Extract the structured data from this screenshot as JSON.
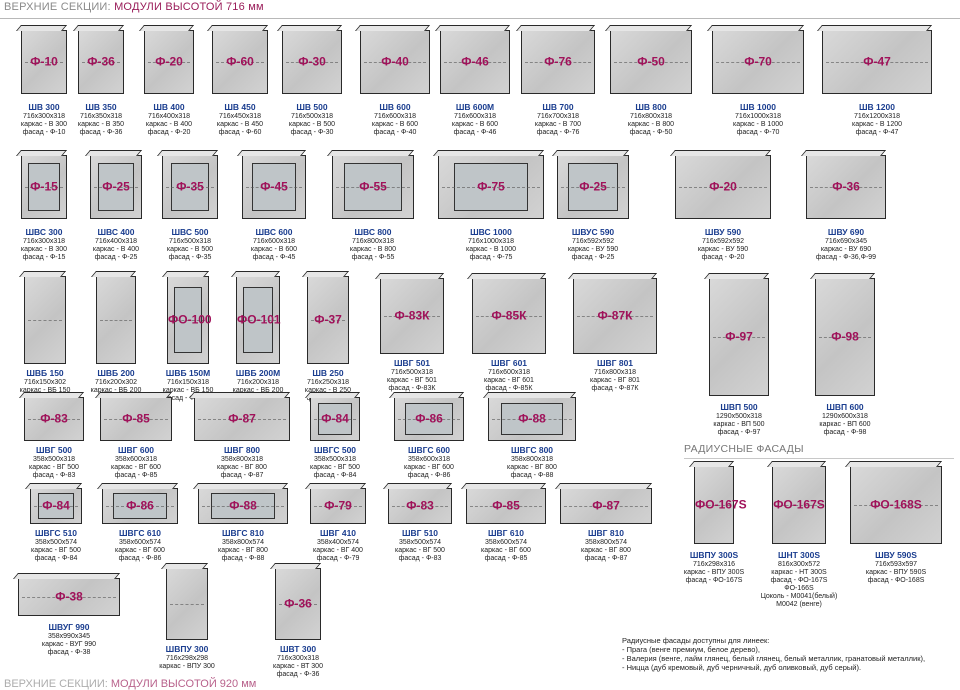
{
  "header": {
    "prefix": "ВЕРХНИЕ СЕКЦИИ:",
    "suffix": "МОДУЛИ ВЫСОТОЙ 716 мм"
  },
  "bottom_header": {
    "prefix": "ВЕРХНИЕ СЕКЦИИ:",
    "suffix": "МОДУЛИ ВЫСОТОЙ 920 мм"
  },
  "radius_section": {
    "title": "РАДИУСНЫЕ ФАСАДЫ"
  },
  "note": {
    "lines": [
      "Радиусные фасады доступны для линеек:",
      "- Прага (венге премиум, белое дерево),",
      "- Валерия (венге, лайм глянец, белый глянец, белый металлик, гранатовый металлик),",
      "- Ницца (дуб кремовый, дуб черничный, дуб оливковый, дуб серый)."
    ]
  },
  "modules": [
    {
      "name": "ШВ 300",
      "code": "Ф-10",
      "lines": [
        "716х300х318",
        "каркас - В 300",
        "фасад - Ф-10"
      ]
    },
    {
      "name": "ШВ 350",
      "code": "Ф-36",
      "lines": [
        "716х350х318",
        "каркас - В 350",
        "фасад - Ф-36"
      ]
    },
    {
      "name": "ШВ 400",
      "code": "Ф-20",
      "lines": [
        "716х400х318",
        "каркас - В 400",
        "фасад - Ф-20"
      ]
    },
    {
      "name": "ШВ 450",
      "code": "Ф-60",
      "lines": [
        "716х450х318",
        "каркас - В 450",
        "фасад - Ф-60"
      ]
    },
    {
      "name": "ШВ 500",
      "code": "Ф-30",
      "lines": [
        "716х500х318",
        "каркас - В 500",
        "фасад - Ф-30"
      ]
    },
    {
      "name": "ШВ 600",
      "code": "Ф-40",
      "lines": [
        "716х600х318",
        "каркас - В 600",
        "фасад - Ф-40"
      ]
    },
    {
      "name": "ШВ 600М",
      "code": "Ф-46",
      "lines": [
        "716х600х318",
        "каркас - В 600",
        "фасад - Ф-46"
      ]
    },
    {
      "name": "ШВ 700",
      "code": "Ф-76",
      "lines": [
        "716х700х318",
        "каркас - В 700",
        "фасад - Ф-76"
      ]
    },
    {
      "name": "ШВ 800",
      "code": "Ф-50",
      "lines": [
        "716х800х318",
        "каркас - В 800",
        "фасад - Ф-50"
      ]
    },
    {
      "name": "ШВ 1000",
      "code": "Ф-70",
      "lines": [
        "716х1000х318",
        "каркас - В 1000",
        "фасад - Ф-70"
      ]
    },
    {
      "name": "ШВ 1200",
      "code": "Ф-47",
      "lines": [
        "716х1200х318",
        "каркас - В 1200",
        "фасад - Ф-47"
      ]
    },
    {
      "name": "ШВС 300",
      "code": "Ф-15",
      "lines": [
        "716х300х318",
        "каркас - В 300",
        "фасад - Ф-15"
      ]
    },
    {
      "name": "ШВС 400",
      "code": "Ф-25",
      "lines": [
        "716х400х318",
        "каркас - В 400",
        "фасад - Ф-25"
      ]
    },
    {
      "name": "ШВС 500",
      "code": "Ф-35",
      "lines": [
        "716х500х318",
        "каркас - В 500",
        "фасад - Ф-35"
      ]
    },
    {
      "name": "ШВС 600",
      "code": "Ф-45",
      "lines": [
        "716х600х318",
        "каркас - В 600",
        "фасад - Ф-45"
      ]
    },
    {
      "name": "ШВС 800",
      "code": "Ф-55",
      "lines": [
        "716х800х318",
        "каркас - В 800",
        "фасад - Ф-55"
      ]
    },
    {
      "name": "ШВС 1000",
      "code": "Ф-75",
      "lines": [
        "716х1000х318",
        "каркас - В 1000",
        "фасад - Ф-75"
      ]
    },
    {
      "name": "ШВУС 590",
      "code": "Ф-25",
      "lines": [
        "716х592х592",
        "каркас - ВУ 590",
        "фасад - Ф-25"
      ]
    },
    {
      "name": "ШВУ 590",
      "code": "Ф-20",
      "lines": [
        "716х592х592",
        "каркас - ВУ 590",
        "фасад - Ф-20"
      ]
    },
    {
      "name": "ШВУ 690",
      "code": "Ф-36",
      "lines": [
        "716х690х345",
        "каркас - ВУ 690",
        "фасад - Ф-36,Ф-99"
      ]
    },
    {
      "name": "ШВБ 150",
      "code": "",
      "lines": [
        "716х150х302",
        "каркас - ВБ 150"
      ]
    },
    {
      "name": "ШВБ 200",
      "code": "",
      "lines": [
        "716х200х302",
        "каркас - ВБ 200"
      ]
    },
    {
      "name": "ШВБ 150М",
      "code": "ФО-100",
      "lines": [
        "716х150х318",
        "каркас - ВБ 150",
        "фасад - ФО-100"
      ]
    },
    {
      "name": "ШВБ 200М",
      "code": "ФО-101",
      "lines": [
        "716х200х318",
        "каркас - ВБ 200",
        "фасад - ФО-101"
      ]
    },
    {
      "name": "ШВ 250",
      "code": "Ф-37",
      "lines": [
        "716х250х318",
        "каркас - В 250",
        "фасад - Ф-37"
      ]
    },
    {
      "name": "ШВГ 501",
      "code": "Ф-83К",
      "lines": [
        "716х500х318",
        "каркас - ВГ 501",
        "фасад - Ф-83К"
      ]
    },
    {
      "name": "ШВГ 601",
      "code": "Ф-85К",
      "lines": [
        "716х600х318",
        "каркас - ВГ 601",
        "фасад - Ф-85К"
      ]
    },
    {
      "name": "ШВГ 801",
      "code": "Ф-87К",
      "lines": [
        "716х800х318",
        "каркас - ВГ 801",
        "фасад - Ф-87К"
      ]
    },
    {
      "name": "ШВП 500",
      "code": "Ф-97",
      "lines": [
        "1290х500х318",
        "каркас - ВП 500",
        "фасад - Ф-97"
      ]
    },
    {
      "name": "ШВП 600",
      "code": "Ф-98",
      "lines": [
        "1290х600х318",
        "каркас - ВП 600",
        "фасад - Ф-98"
      ]
    },
    {
      "name": "ШВГ 500",
      "code": "Ф-83",
      "lines": [
        "358х500х318",
        "каркас - ВГ 500",
        "фасад - Ф-83"
      ]
    },
    {
      "name": "ШВГ 600",
      "code": "Ф-85",
      "lines": [
        "358х600х318",
        "каркас - ВГ 600",
        "фасад - Ф-85"
      ]
    },
    {
      "name": "ШВГ 800",
      "code": "Ф-87",
      "lines": [
        "358х800х318",
        "каркас - ВГ 800",
        "фасад - Ф-87"
      ]
    },
    {
      "name": "ШВГС 500",
      "code": "Ф-84",
      "lines": [
        "358х500х318",
        "каркас - ВГ 500",
        "фасад - Ф-84"
      ]
    },
    {
      "name": "ШВГС 600",
      "code": "Ф-86",
      "lines": [
        "358х600х318",
        "каркас - ВГ 600",
        "фасад - Ф-86"
      ]
    },
    {
      "name": "ШВГС 800",
      "code": "Ф-88",
      "lines": [
        "358х800х318",
        "каркас - ВГ 800",
        "фасад - Ф-88"
      ]
    },
    {
      "name": "ШВГС 510",
      "code": "Ф-84",
      "lines": [
        "358х500х574",
        "каркас - ВГ 500",
        "фасад - Ф-84"
      ]
    },
    {
      "name": "ШВГС 610",
      "code": "Ф-86",
      "lines": [
        "358х600х574",
        "каркас - ВГ 600",
        "фасад - Ф-86"
      ]
    },
    {
      "name": "ШВГС 810",
      "code": "Ф-88",
      "lines": [
        "358х800х574",
        "каркас - ВГ 800",
        "фасад - Ф-88"
      ]
    },
    {
      "name": "ШВГ 410",
      "code": "Ф-79",
      "lines": [
        "358х400х574",
        "каркас - ВГ 400",
        "фасад - Ф-79"
      ]
    },
    {
      "name": "ШВГ 510",
      "code": "Ф-83",
      "lines": [
        "358х500х574",
        "каркас - ВГ 500",
        "фасад - Ф-83"
      ]
    },
    {
      "name": "ШВГ 610",
      "code": "Ф-85",
      "lines": [
        "358х600х574",
        "каркас - ВГ 600",
        "фасад - Ф-85"
      ]
    },
    {
      "name": "ШВГ 810",
      "code": "Ф-87",
      "lines": [
        "358х800х574",
        "каркас - ВГ 800",
        "фасад - Ф-87"
      ]
    },
    {
      "name": "ШВУГ 990",
      "code": "Ф-38",
      "lines": [
        "358х990х345",
        "каркас - ВУГ 990",
        "фасад - Ф-38"
      ]
    },
    {
      "name": "ШВПУ 300",
      "code": "",
      "lines": [
        "716х298х298",
        "каркас - ВПУ 300"
      ]
    },
    {
      "name": "ШВТ 300",
      "code": "Ф-36",
      "lines": [
        "716х300х318",
        "каркас - ВТ 300",
        "фасад - Ф-36"
      ]
    },
    {
      "name": "ШВПУ 300S",
      "code": "ФО-167S",
      "lines": [
        "716х298х316",
        "каркас - ВПУ 300S",
        "фасад - ФО-167S"
      ]
    },
    {
      "name": "ШНТ 300S",
      "code": "ФО-167S",
      "lines": [
        "816х300х572",
        "каркас - НТ 300S",
        "фасад - ФО-167S",
        "ФО-166S",
        "Цоколь - М0041(белый)",
        "М0042 (венге)"
      ]
    },
    {
      "name": "ШВУ 590S",
      "code": "ФО-168S",
      "lines": [
        "716х593х597",
        "каркас - ВПУ 590S",
        "фасад - ФО-168S"
      ]
    }
  ]
}
